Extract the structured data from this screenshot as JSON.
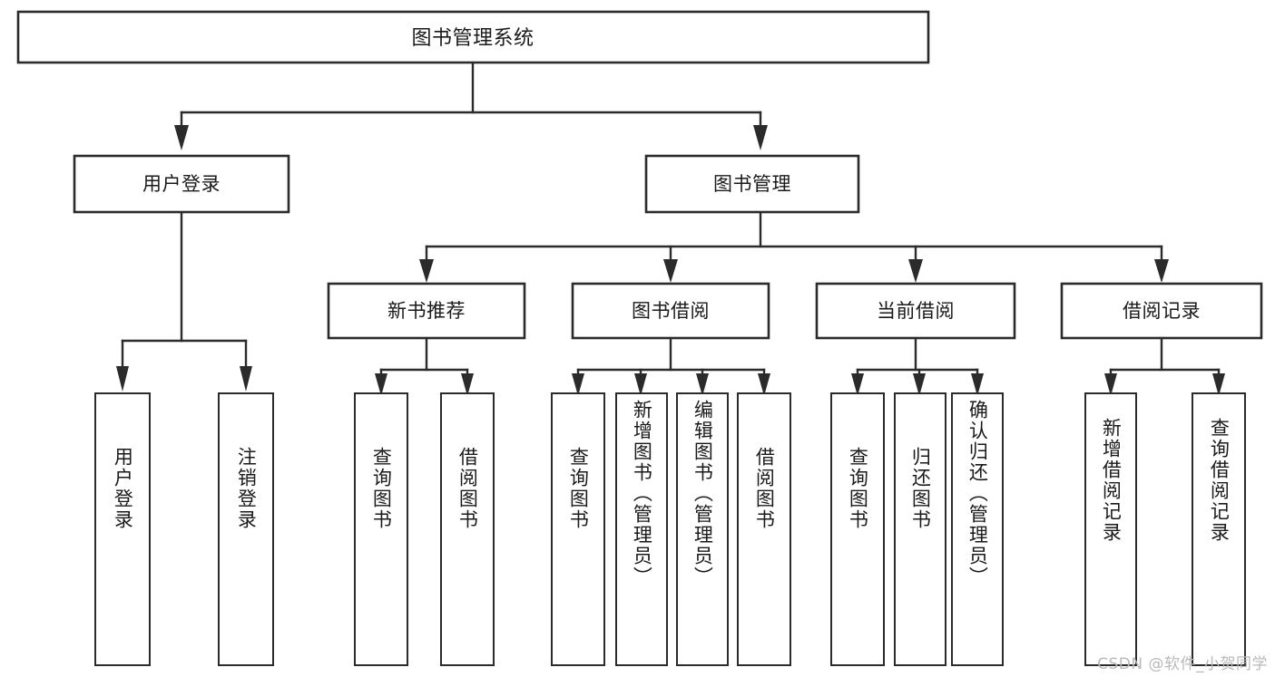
{
  "diagram": {
    "type": "tree",
    "title": "图书管理系统",
    "orientation": "top-down",
    "colors": {
      "box_stroke": "#2b2b2b",
      "box_fill": "#ffffff",
      "connector": "#2b2b2b",
      "text": "#1a1a1a",
      "background": "#ffffff",
      "watermark": "#b9b9b9"
    },
    "root": {
      "label": "图书管理系统"
    },
    "level2": [
      {
        "label": "用户登录"
      },
      {
        "label": "图书管理"
      }
    ],
    "level3": [
      {
        "label": "新书推荐"
      },
      {
        "label": "图书借阅"
      },
      {
        "label": "当前借阅"
      },
      {
        "label": "借阅记录"
      }
    ],
    "leaves": {
      "user_login": [
        {
          "label": "用户登录"
        },
        {
          "label": "注销登录"
        }
      ],
      "new_book_recommend": [
        {
          "label": "查询图书"
        },
        {
          "label": "借阅图书"
        }
      ],
      "book_borrow": [
        {
          "label": "查询图书"
        },
        {
          "label": "新增图书（管理员）"
        },
        {
          "label": "编辑图书（管理员）"
        },
        {
          "label": "借阅图书"
        }
      ],
      "current_borrow": [
        {
          "label": "查询图书"
        },
        {
          "label": "归还图书"
        },
        {
          "label": "确认归还（管理员）"
        }
      ],
      "borrow_record": [
        {
          "label": "新增借阅记录"
        },
        {
          "label": "查询借阅记录"
        }
      ]
    }
  },
  "watermark": {
    "text": "CSDN @软件_小贺同学"
  }
}
